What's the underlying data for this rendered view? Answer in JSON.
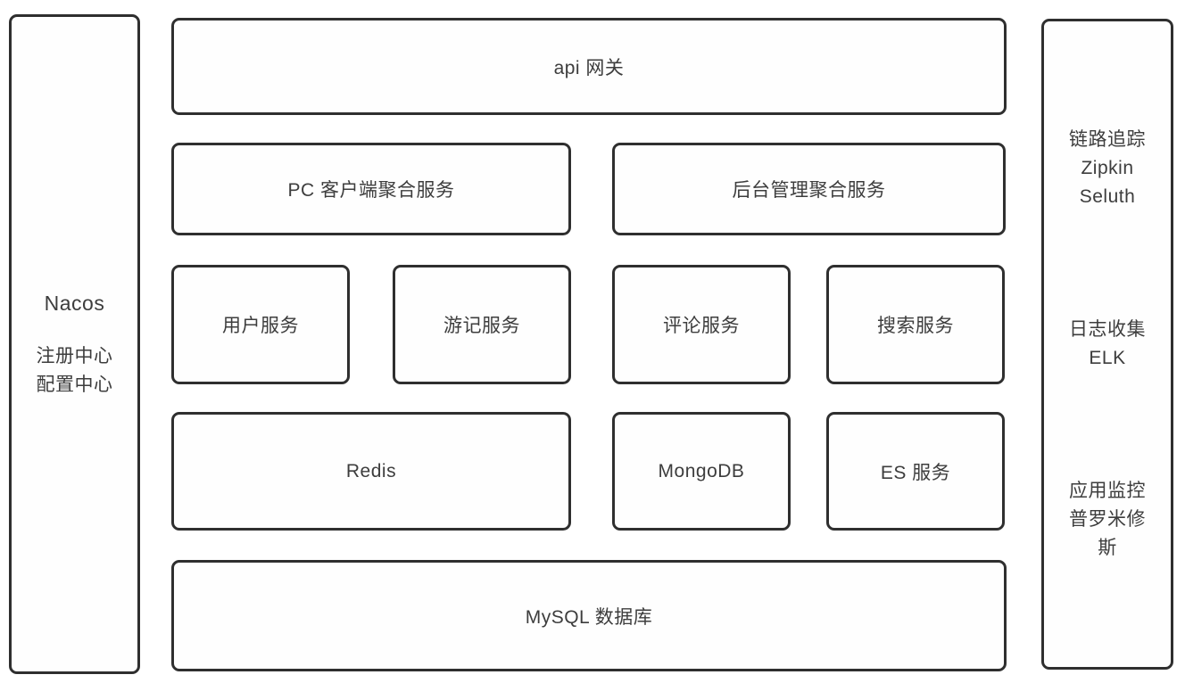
{
  "left_panel": {
    "title": "Nacos",
    "lines": [
      "注册中心",
      "配置中心"
    ]
  },
  "main": {
    "api_gateway": "api 网关",
    "pc_aggregation": "PC 客户端聚合服务",
    "admin_aggregation": "后台管理聚合服务",
    "user_service": "用户服务",
    "travel_service": "游记服务",
    "comment_service": "评论服务",
    "search_service": "搜索服务",
    "redis": "Redis",
    "mongodb": "MongoDB",
    "es_service": "ES 服务",
    "mysql": "MySQL 数据库"
  },
  "right_panel": {
    "tracing": [
      "链路追踪",
      "Zipkin",
      "Seluth"
    ],
    "logging": [
      "日志收集",
      "ELK"
    ],
    "monitoring": [
      "应用监控",
      "普罗米修斯"
    ]
  },
  "colors": {
    "border": "#2f2f2f",
    "text": "#3d3d3d",
    "background": "#ffffff"
  }
}
